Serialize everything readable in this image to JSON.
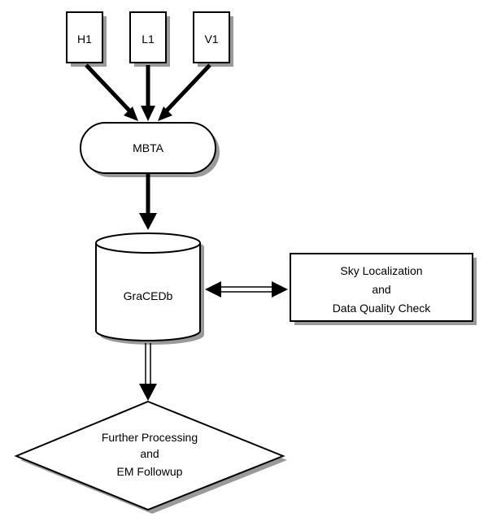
{
  "diagram": {
    "detectors": [
      {
        "label": "H1"
      },
      {
        "label": "L1"
      },
      {
        "label": "V1"
      }
    ],
    "pipeline": {
      "label": "MBTA"
    },
    "database": {
      "label": "GraCEDb"
    },
    "sky_box": {
      "lines": [
        "Sky Localization",
        "and",
        "Data Quality Check"
      ]
    },
    "decision": {
      "lines": [
        "Further Processing",
        "and",
        "EM Followup"
      ]
    },
    "colors": {
      "stroke": "#000000",
      "fill": "#ffffff",
      "shadow": "#9a9a9a"
    }
  }
}
